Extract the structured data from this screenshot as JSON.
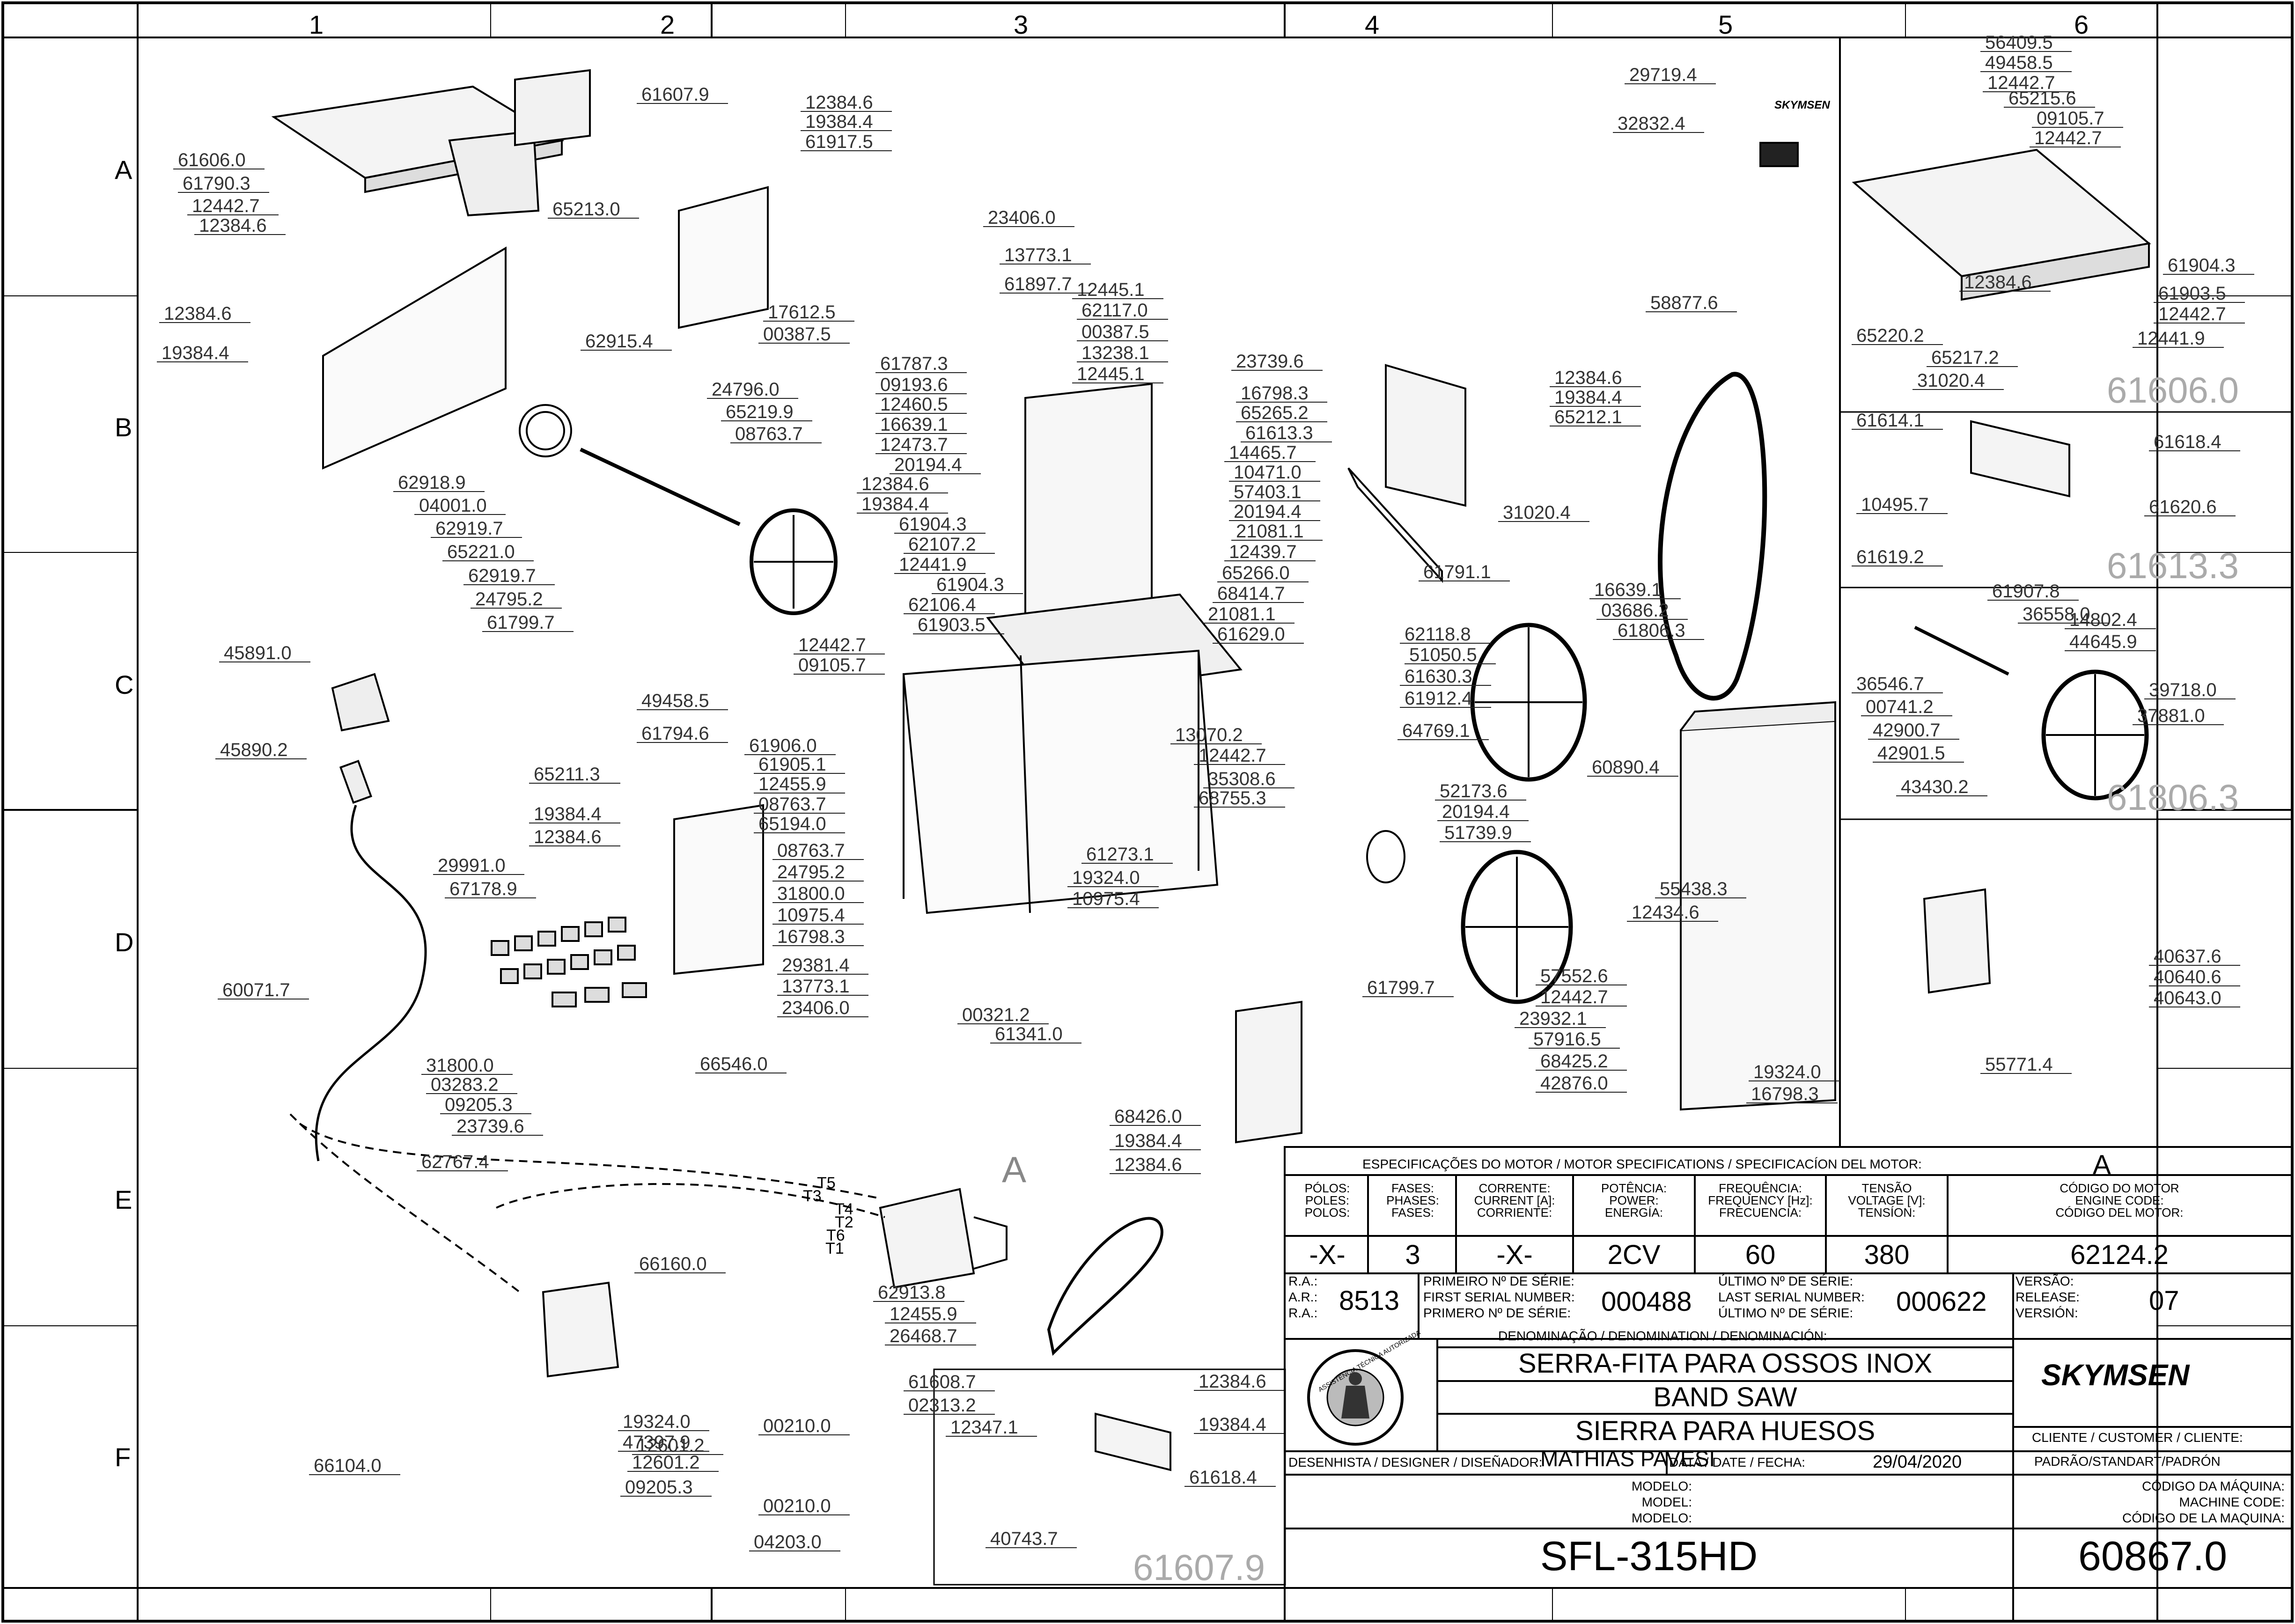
{
  "grid": {
    "columns": [
      "1",
      "2",
      "3",
      "4",
      "5",
      "6"
    ],
    "rows": [
      "A",
      "B",
      "C",
      "D",
      "E",
      "F"
    ]
  },
  "part_numbers": [
    "61607.9",
    "61606.0",
    "61790.3",
    "12442.7",
    "12384.6",
    "65213.0",
    "12384.6",
    "19384.4",
    "12384.6",
    "19384.4",
    "61917.5",
    "23406.0",
    "13773.1",
    "61897.7",
    "17612.5",
    "00387.5",
    "12445.1",
    "62117.0",
    "00387.5",
    "13238.1",
    "12445.1",
    "62915.4",
    "24796.0",
    "65219.9",
    "08763.7",
    "62918.9",
    "04001.0",
    "62919.7",
    "65221.0",
    "62919.7",
    "24795.2",
    "61799.7",
    "61787.3",
    "09193.6",
    "12460.5",
    "16639.1",
    "12473.7",
    "20194.4",
    "12384.6",
    "19384.4",
    "61904.3",
    "62107.2",
    "12441.9",
    "61904.3",
    "62106.4",
    "61903.5",
    "12442.7",
    "09105.7",
    "23739.6",
    "16798.3",
    "65265.2",
    "61613.3",
    "14465.7",
    "10471.0",
    "57403.1",
    "20194.4",
    "21081.1",
    "12439.7",
    "65266.0",
    "68414.7",
    "21081.1",
    "61629.0",
    "12384.6",
    "19384.4",
    "65212.1",
    "31020.4",
    "61791.1",
    "62118.8",
    "51050.5",
    "61630.3",
    "61912.4",
    "64769.1",
    "13070.2",
    "12442.7",
    "35308.6",
    "68755.3",
    "45891.0",
    "49458.5",
    "61794.6",
    "61906.0",
    "61905.1",
    "12455.9",
    "08763.7",
    "65194.0",
    "45890.2",
    "65211.3",
    "19384.4",
    "12384.6",
    "08763.7",
    "24795.2",
    "31800.0",
    "10975.4",
    "16798.3",
    "29381.4",
    "13773.1",
    "23406.0",
    "00321.2",
    "61341.0",
    "61273.1",
    "19324.0",
    "10975.4",
    "29991.0",
    "67178.9",
    "66546.0",
    "60071.7",
    "31800.0",
    "03283.2",
    "09205.3",
    "23739.6",
    "62767.4",
    "66160.0",
    "62913.8",
    "12455.9",
    "26468.7",
    "66104.0",
    "12601.2",
    "19324.0",
    "47397.9",
    "12601.2",
    "09205.3",
    "00210.0",
    "00210.0",
    "04203.0",
    "61608.7",
    "02313.2",
    "12347.1",
    "12384.6",
    "19384.4",
    "61618.4",
    "40743.7",
    "68426.0",
    "19384.4",
    "12384.6",
    "16639.1",
    "03686.2",
    "61806.3",
    "60890.4",
    "52173.6",
    "20194.4",
    "51739.9",
    "55438.3",
    "12434.6",
    "61799.7",
    "57552.6",
    "12442.7",
    "23932.1",
    "57916.5",
    "68425.2",
    "42876.0",
    "19324.0",
    "16798.3",
    "29719.4",
    "32832.4",
    "58877.6",
    "56409.5",
    "49458.5",
    "12442.7",
    "65215.6",
    "09105.7",
    "12442.7",
    "61904.3",
    "61903.5",
    "12442.7",
    "12441.9",
    "12384.6",
    "65220.2",
    "65217.2",
    "31020.4",
    "61614.1",
    "61618.4",
    "10495.7",
    "61620.6",
    "61619.2",
    "61907.8",
    "36558.0",
    "14802.4",
    "44645.9",
    "36546.7",
    "00741.2",
    "42900.7",
    "42901.5",
    "39718.0",
    "37881.0",
    "43430.2",
    "40637.6",
    "40640.6",
    "40643.0",
    "55771.4"
  ],
  "inset_stamps": [
    "61606.0",
    "61613.3",
    "61806.3",
    "61607.9"
  ],
  "motor_letter": "A",
  "motor_terminals": [
    "T5",
    "T3",
    "T4",
    "T2",
    "T6",
    "T1"
  ],
  "title_block": {
    "motor_spec_header": "ESPECIFICAÇÕES DO MOTOR / MOTOR SPECIFICATIONS / SPECIFICACÍON DEL MOTOR:",
    "motor_letter": "A",
    "poles_label": [
      "PÓLOS:",
      "POLES:",
      "POLOS:"
    ],
    "phases_label": [
      "FASES:",
      "PHASES:",
      "FASES:"
    ],
    "current_label": [
      "CORRENTE:",
      "CURRENT [A]:",
      "CORRIENTE:"
    ],
    "power_label": [
      "POTÊNCIA:",
      "POWER:",
      "ENERGÍA:"
    ],
    "frequency_label": [
      "FREQUÊNCIA:",
      "FREQUENCY [Hz]:",
      "FRECUENCIA:"
    ],
    "voltage_label": [
      "TENSÃO",
      "VOLTAGE [V]:",
      "TENSÍON:"
    ],
    "engine_code_label": [
      "CÓDIGO DO MOTOR",
      "ENGINE CODE:",
      "CÓDIGO DEL MOTOR:"
    ],
    "poles": "-X-",
    "phases": "3",
    "current": "-X-",
    "power": "2CV",
    "frequency": "60",
    "voltage": "380",
    "engine_code": "62124.2",
    "ra_label": [
      "R.A.:",
      "A.R.:",
      "R.A.:"
    ],
    "ra": "8513",
    "first_serial_label": [
      "PRIMEIRO Nº DE SÉRIE:",
      "FIRST SERIAL NUMBER:",
      "PRIMERO Nº DE SÉRIE:"
    ],
    "first_serial": "000488",
    "last_serial_label": [
      "ÚLTIMO Nº DE SÉRIE:",
      "LAST SERIAL NUMBER:",
      "ÚLTIMO Nº DE SÉRIE:"
    ],
    "last_serial": "000622",
    "version_label": [
      "VERSÃO:",
      "RELEASE:",
      "VERSIÓN:"
    ],
    "version": "07",
    "denomination_label": "DENOMINAÇÃO / DENOMINATION / DENOMINACIÓN:",
    "name_pt": "SERRA-FITA PARA OSSOS INOX",
    "name_en": "BAND SAW",
    "name_es": "SIERRA PARA HUESOS",
    "brand": "SKYMSEN",
    "seal_text": "ASSISTÊNCIA TÉCNICA AUTORIZADA",
    "customer_label": "CLIENTE / CUSTOMER / CLIENTE:",
    "customer": "PADRÃO/STANDART/PADRÓN",
    "designer_label": "DESENHISTA / DESIGNER / DISEÑADOR:",
    "designer": "MATHIAS PAVESI",
    "date_label": "DATA / DATE / FECHA:",
    "date": "29/04/2020",
    "model_label": [
      "MODELO:",
      "MODEL:",
      "MODELO:"
    ],
    "machine_code_label": [
      "CÓDIGO DA MÁQUINA:",
      "MACHINE CODE:",
      "CÓDIGO DE LA MAQUINA:"
    ],
    "model": "SFL-315HD",
    "machine_code": "60867.0"
  }
}
